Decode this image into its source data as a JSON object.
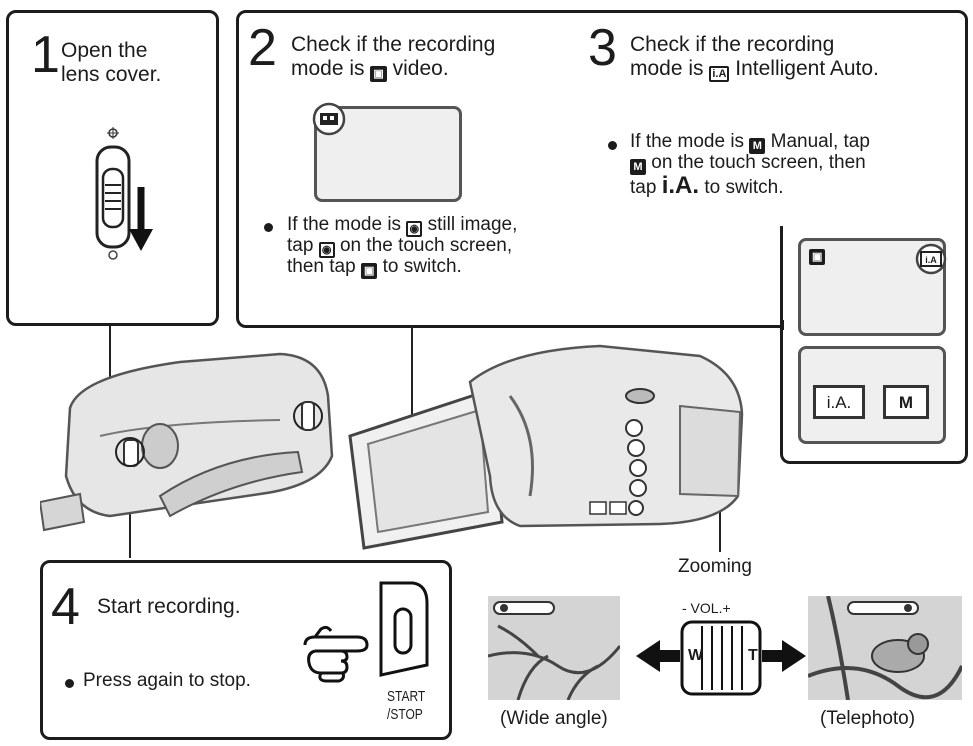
{
  "step1": {
    "number": "1",
    "line1": "Open the",
    "line2": "lens cover."
  },
  "step2": {
    "number": "2",
    "line1": "Check if the recording",
    "line2_pre": "mode is",
    "line2_post": "video.",
    "note_line1_pre": "If the mode is",
    "note_line1_post": "still image,",
    "note_line2_pre": "tap",
    "note_line2_post": "on the touch screen,",
    "note_line3_pre": "then tap",
    "note_line3_post": "to switch."
  },
  "step3": {
    "number": "3",
    "line1": "Check if the recording",
    "line2_pre": "mode is",
    "line2_post": "Intelligent Auto.",
    "note_line1_pre": "If the mode is",
    "note_line1_post": "Manual, tap",
    "note_line2_post": "on the touch screen, then",
    "note_line3_pre": "tap",
    "note_line3_post": "to switch.",
    "ia_label": "i.A.",
    "ia_button": "i.A.",
    "m_button": "M"
  },
  "step4": {
    "number": "4",
    "title": "Start recording.",
    "note": "Press again to stop.",
    "start_label_1": "START",
    "start_label_2": "/STOP"
  },
  "icons": {
    "ia_small": "i.A",
    "m_small": "M",
    "video": "video-camera-icon",
    "still": "still-camera-icon"
  },
  "zoom": {
    "label": "Zooming",
    "vol_label": "- VOL.+",
    "w": "W",
    "t": "T",
    "wide": "(Wide angle)",
    "tele": "(Telephoto)"
  },
  "colors": {
    "ink": "#1c1c1c",
    "photo": "#d9d9d9",
    "lcd": "#efefef"
  }
}
